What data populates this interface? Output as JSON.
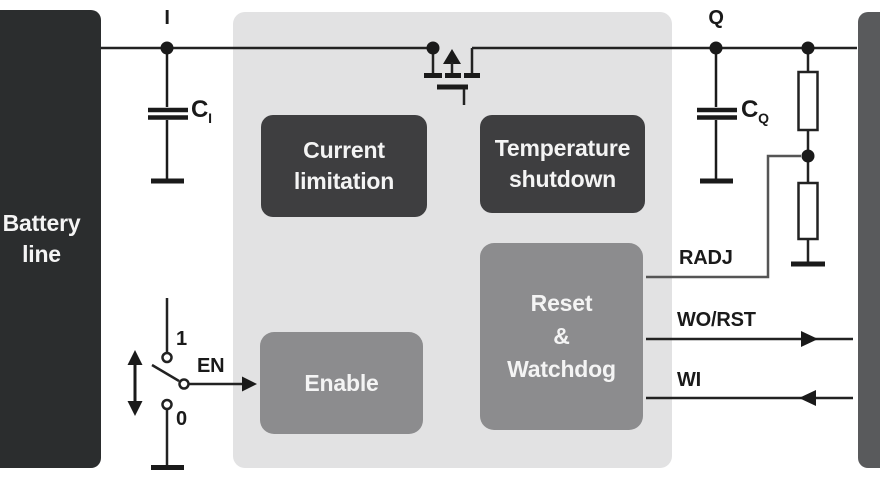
{
  "blocks": {
    "battery": {
      "line1": "Battery",
      "line2": "line"
    },
    "current_limitation": {
      "line1": "Current",
      "line2": "limitation"
    },
    "temperature_shutdown": {
      "line1": "Temperature",
      "line2": "shutdown"
    },
    "reset_watchdog": {
      "line1": "Reset",
      "line2": "&",
      "line3": "Watchdog"
    },
    "enable": {
      "label": "Enable"
    }
  },
  "pins": {
    "input": "I",
    "output": "Q",
    "radj": "RADJ",
    "wo_rst": "WO/RST",
    "wi": "WI",
    "en": "EN",
    "switch_pos_1": "1",
    "switch_pos_0": "0"
  },
  "capacitors": {
    "ci": {
      "base": "C",
      "sub": "I"
    },
    "cq": {
      "base": "C",
      "sub": "Q"
    }
  },
  "colors": {
    "background": "#ffffff",
    "ic_panel": "#e2e2e3",
    "dark_block": "#3e3e40",
    "battery_block": "#2b2d2e",
    "right_block": "#595a5c",
    "gray_block": "#8c8c8e",
    "wire": "#222222",
    "radj_wire": "#555555",
    "block_text": "#f4f4f4",
    "label_text": "#1a1a1a"
  }
}
